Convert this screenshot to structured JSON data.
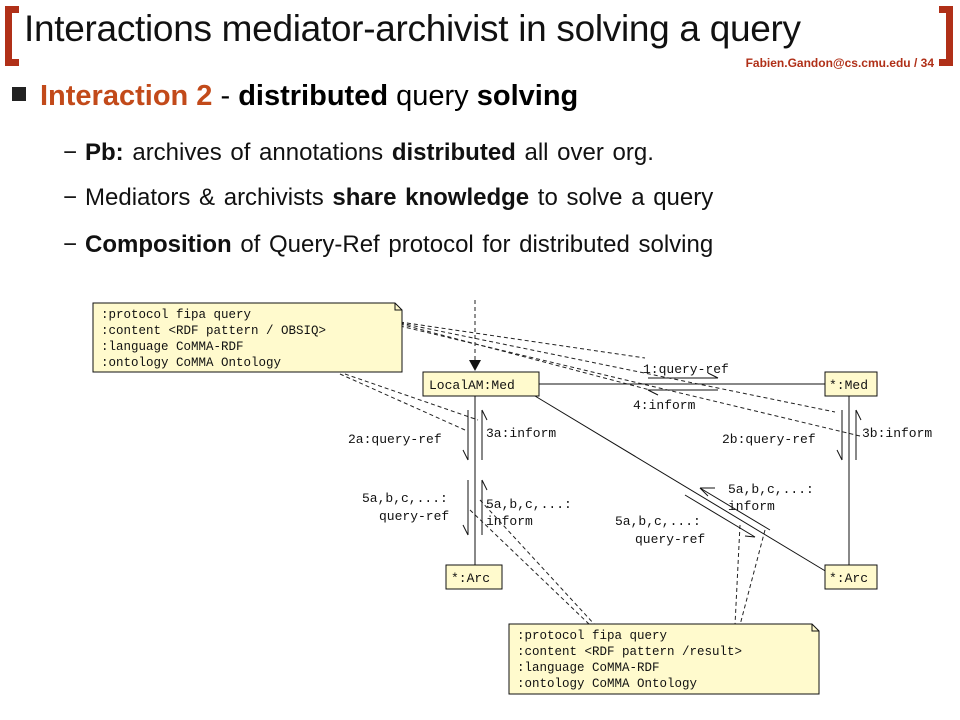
{
  "title": "Interactions mediator-archivist in solving a query",
  "author": "Fabien.Gandon@cs.cmu.edu",
  "page_number": "/ 34",
  "colors": {
    "accent": "#b03018",
    "note_fill": "#fffacd"
  },
  "main_bullet": {
    "prefix": "Interaction 2",
    "sep": " - ",
    "bold1": "distributed",
    "mid": " query ",
    "bold2": "solving"
  },
  "sub_bullets": [
    {
      "dash": "−",
      "parts": [
        {
          "t": "Pb:",
          "b": true
        },
        {
          "t": " archives of annotations ",
          "b": false
        },
        {
          "t": "distributed",
          "b": true
        },
        {
          "t": " all over org.",
          "b": false
        }
      ]
    },
    {
      "dash": "−",
      "parts": [
        {
          "t": "Mediators & archivists ",
          "b": false
        },
        {
          "t": "share knowledge",
          "b": true
        },
        {
          "t": " to solve a query",
          "b": false
        }
      ]
    },
    {
      "dash": "−",
      "parts": [
        {
          "t": "Composition",
          "b": true
        },
        {
          "t": " of Query-Ref protocol for distributed solving",
          "b": false
        }
      ]
    }
  ],
  "diagram": {
    "note_top": [
      ":protocol fipa query",
      ":content <RDF pattern / OBSIQ>",
      ":language CoMMA-RDF",
      ":ontology CoMMA Ontology"
    ],
    "note_bottom": [
      ":protocol fipa query",
      ":content <RDF pattern /result>",
      ":language CoMMA-RDF",
      ":ontology CoMMA Ontology"
    ],
    "agents": {
      "local_med": "LocalAM:Med",
      "med": "*:Med",
      "arc_left": "*:Arc",
      "arc_right": "*:Arc"
    },
    "messages": {
      "m1": "1:query-ref",
      "m4": "4:inform",
      "m2a": "2a:query-ref",
      "m3a": "3a:inform",
      "m2b": "2b:query-ref",
      "m3b": "3b:inform",
      "m5_left_q": [
        "5a,b,c,...:",
        "query-ref"
      ],
      "m5_left_i": [
        "5a,b,c,...:",
        "inform"
      ],
      "m5_diag_i": [
        "5a,b,c,...:",
        "inform"
      ],
      "m5_diag_q": [
        "5a,b,c,...:",
        "query-ref"
      ]
    }
  }
}
